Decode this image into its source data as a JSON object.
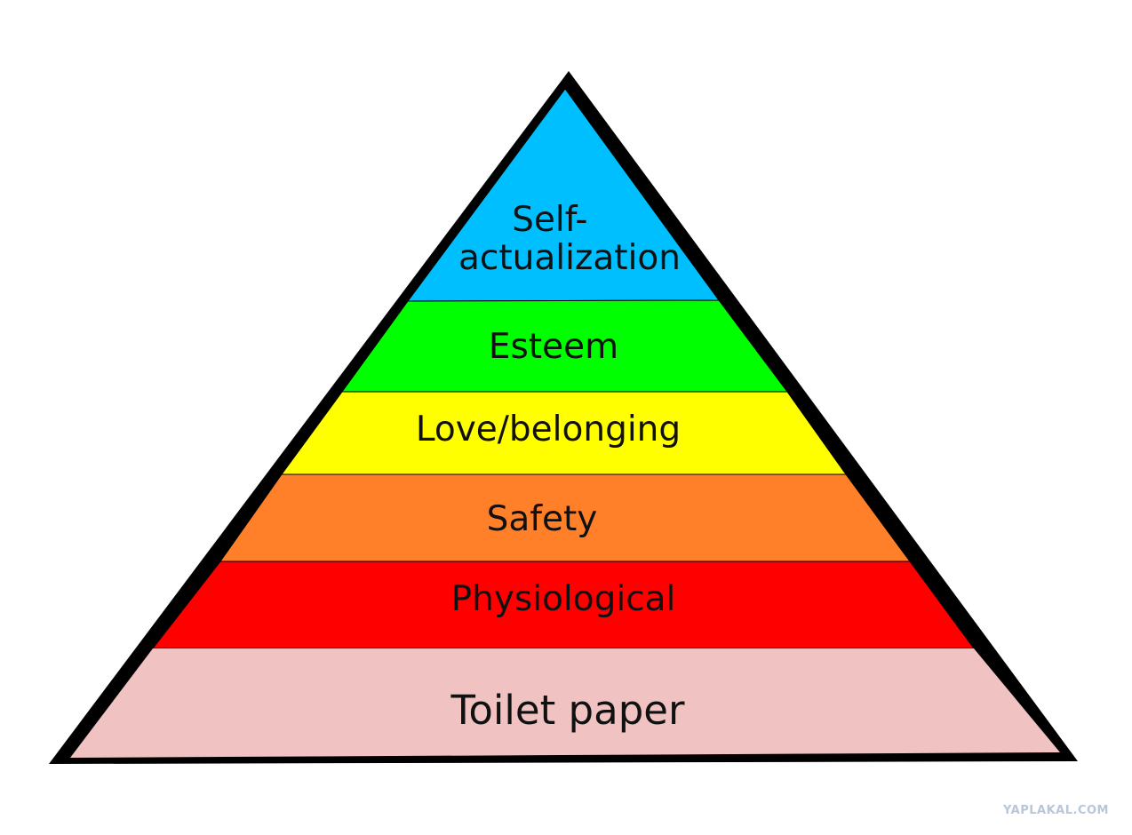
{
  "diagram": {
    "levels": [
      {
        "key": "self_actualization",
        "label_lines": [
          "Self-",
          "actualization"
        ],
        "color": "#00bfff"
      },
      {
        "key": "esteem",
        "label_lines": [
          "Esteem"
        ],
        "color": "#00ff00"
      },
      {
        "key": "love_belonging",
        "label_lines": [
          "Love/belonging"
        ],
        "color": "#ffff00"
      },
      {
        "key": "safety",
        "label_lines": [
          "Safety"
        ],
        "color": "#ff8028"
      },
      {
        "key": "physiological",
        "label_lines": [
          "Physiological"
        ],
        "color": "#ff0000"
      },
      {
        "key": "toilet_paper",
        "label_lines": [
          "Toilet paper"
        ],
        "color": "#f0c2c2"
      }
    ],
    "outline_color": "#000000"
  },
  "watermark": "YAPLAKAL.COM"
}
